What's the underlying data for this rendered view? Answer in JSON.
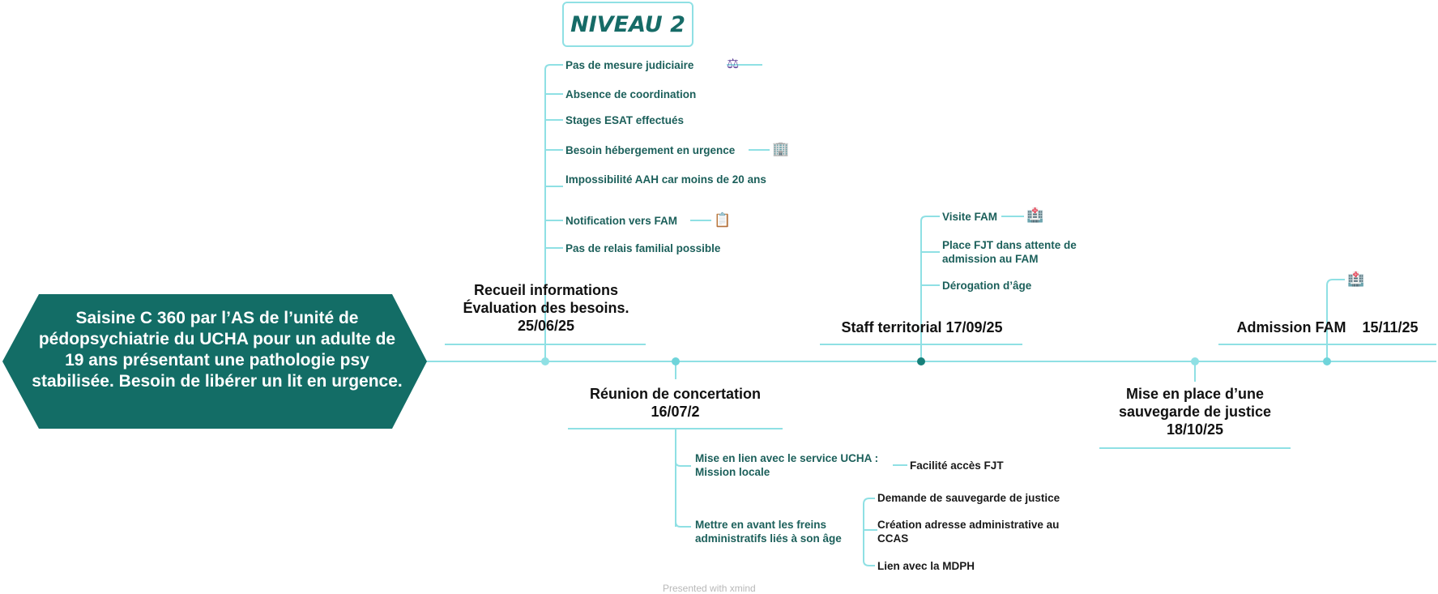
{
  "title": "NIVEAU 2",
  "root": {
    "text": "Saisine C 360 par l’AS de l’unité de pédopsychiatrie du UCHA pour un adulte de 19 ans présentant une pathologie psy stabilisée. Besoin de libérer un lit en urgence."
  },
  "topics": {
    "t1": {
      "label": "Recueil informations Évaluation des besoins. 25/06/25",
      "items": [
        {
          "text": "Pas de mesure judiciaire",
          "icon": "scale-icon"
        },
        {
          "text": "Absence de coordination"
        },
        {
          "text": "Stages ESAT effectués"
        },
        {
          "text": "Besoin hébergement en urgence",
          "icon": "building-icon"
        },
        {
          "text": "Impossibilité AAH car moins de 20 ans"
        },
        {
          "text": "Notification vers FAM",
          "icon": "document-icon"
        },
        {
          "text": "Pas de relais familial possible"
        }
      ]
    },
    "t2": {
      "label": "Réunion de concertation 16/07/2",
      "items": [
        {
          "text": "Mise en lien avec le service UCHA : Mission locale",
          "child": "Facilité accès FJT"
        },
        {
          "text": "Mettre en avant les freins administratifs liés à son âge",
          "children": [
            "Demande de sauvegarde de justice",
            "Création adresse administrative au  CCAS",
            "Lien avec la MDPH"
          ]
        }
      ]
    },
    "t3": {
      "label": "Staff territorial 17/09/25",
      "items": [
        {
          "text": "Visite FAM",
          "icon": "hospital-icon"
        },
        {
          "text": "Place FJT dans attente de admission au FAM"
        },
        {
          "text": "Dérogation d’âge"
        }
      ]
    },
    "t4": {
      "label": "Mise en place d’une sauvegarde de justice 18/10/25"
    },
    "t5": {
      "label": "Admission FAM    15/11/25",
      "icon": "hospital-icon"
    }
  },
  "footer": "Presented with xmind",
  "colors": {
    "root_fill": "#136d66",
    "line": "#8fe0e4",
    "node_dot": "#6fd4da",
    "node_dot_dark": "#17807a",
    "leaf_text": "#1b5f5a"
  }
}
